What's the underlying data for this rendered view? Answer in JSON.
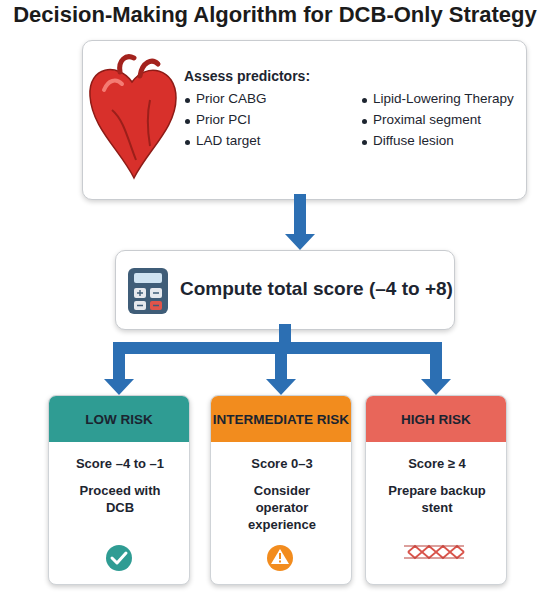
{
  "diagram": {
    "title": "Decision-Making Algorithm for DCB-Only Strategy",
    "nodes": [
      {
        "text": [
          "Assess predictors:",
          "Prior CABG",
          "Prior PCI",
          "LAD target",
          "Lipid-Lowering Therapy",
          "Proximal segment",
          "Diffuse lesion"
        ]
      },
      {
        "text": [
          "Compute total score (–4 to +8)"
        ]
      },
      {
        "text": [
          "LOW RISK",
          "Score –4 to –1",
          "Proceed with DCB"
        ]
      },
      {
        "text": [
          "INTERMEDIATE RISK",
          "Score 0–3",
          "Consider operator experience"
        ]
      },
      {
        "text": [
          "HIGH RISK",
          "Score ≥ 4",
          "Prepare backup stent"
        ]
      }
    ],
    "edges": [
      {
        "from": 0,
        "to": 1,
        "arrow": "to"
      },
      {
        "from": 1,
        "to": 2,
        "arrow": "to"
      },
      {
        "from": 1,
        "to": 3,
        "arrow": "to"
      },
      {
        "from": 1,
        "to": 4,
        "arrow": "to"
      }
    ]
  }
}
